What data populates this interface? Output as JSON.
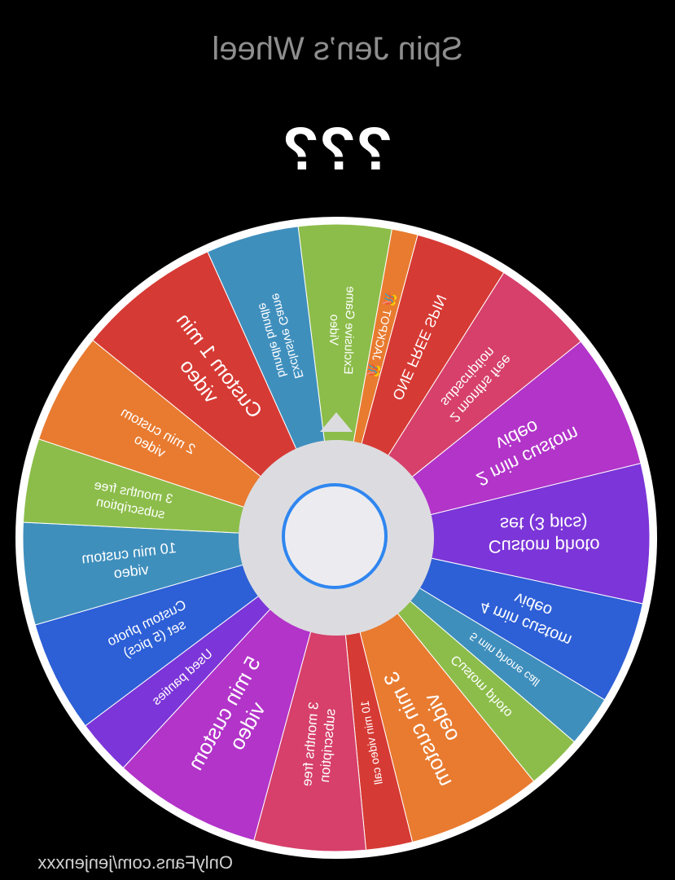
{
  "header": {
    "title": "Spin Jen’s Wheel",
    "result": "???"
  },
  "wheel": {
    "segments": [
      {
        "label": [
          "Exclusive Game",
          "Video"
        ],
        "color": "#8cbd4a",
        "weight": 1,
        "size": 15
      },
      {
        "label": [
          "🎊 JACKPOT 🎊"
        ],
        "color": "#e87b30",
        "weight": 0.28,
        "size": 14
      },
      {
        "label": [
          "ONE FREE SPIN"
        ],
        "color": "#d63a34",
        "weight": 1,
        "size": 18
      },
      {
        "label": [
          "2 months free",
          "subscription"
        ],
        "color": "#d6406a",
        "weight": 1.1,
        "size": 17
      },
      {
        "label": [
          "2 min custom",
          "video"
        ],
        "color": "#b234c9",
        "weight": 1.45,
        "size": 23
      },
      {
        "label": [
          "Custom photo",
          "set (3 pics)"
        ],
        "color": "#7c35d8",
        "weight": 1.5,
        "size": 22
      },
      {
        "label": [
          "4 min custom",
          "video"
        ],
        "color": "#2d5fd6",
        "weight": 1.1,
        "size": 20
      },
      {
        "label": [
          "5 min phone call"
        ],
        "color": "#3f8fbd",
        "weight": 0.55,
        "size": 14
      },
      {
        "label": [
          "Custom photo"
        ],
        "color": "#8cbd4a",
        "weight": 0.6,
        "size": 16
      },
      {
        "label": [
          "3 min custom",
          "video"
        ],
        "color": "#e87b30",
        "weight": 1.45,
        "size": 26
      },
      {
        "label": [
          "10 min video call"
        ],
        "color": "#d63a34",
        "weight": 0.5,
        "size": 14
      },
      {
        "label": [
          "3 months free",
          "subscription"
        ],
        "color": "#d6406a",
        "weight": 1.2,
        "size": 17
      },
      {
        "label": [
          "5 min custom",
          "video"
        ],
        "color": "#b234c9",
        "weight": 1.6,
        "size": 26
      },
      {
        "label": [
          "Used panties"
        ],
        "color": "#7c35d8",
        "weight": 0.6,
        "size": 16
      },
      {
        "label": [
          "Custom photo",
          "set (5 pics)"
        ],
        "color": "#2d5fd6",
        "weight": 1.2,
        "size": 17
      },
      {
        "label": [
          "10 min custom",
          "video"
        ],
        "color": "#3f8fbd",
        "weight": 1.1,
        "size": 18
      },
      {
        "label": [
          "3 months free",
          "subscription"
        ],
        "color": "#8cbd4a",
        "weight": 0.9,
        "size": 16
      },
      {
        "label": [
          "2 min custom",
          "video"
        ],
        "color": "#e87b30",
        "weight": 1.2,
        "size": 17
      },
      {
        "label": [
          "Custom 1 min",
          "video"
        ],
        "color": "#d63a34",
        "weight": 1.55,
        "size": 25
      },
      {
        "label": [
          "Exclusive Game",
          "bundle bundle"
        ],
        "color": "#3f8fbd",
        "weight": 1,
        "size": 15
      }
    ]
  },
  "footer": {
    "credit": "OnlyFans.com/jenjenxxx"
  }
}
